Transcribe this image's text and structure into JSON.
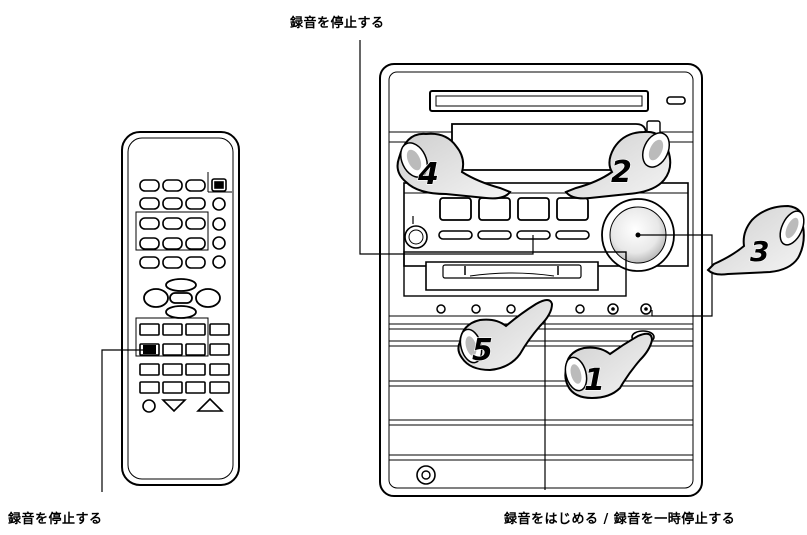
{
  "labels": {
    "top": "録音を停止する",
    "bottom_left": "録音を停止する",
    "bottom_right": "録音をはじめる / 録音を一時停止する"
  },
  "steps": [
    "1",
    "2",
    "3",
    "4",
    "5"
  ]
}
